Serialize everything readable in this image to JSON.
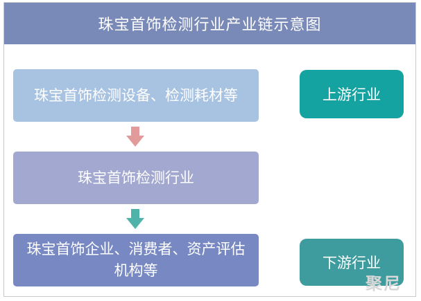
{
  "title": "珠宝首饰检测行业产业链示意图",
  "chain": {
    "upstream_box": "珠宝首饰检测设备、检测耗材等",
    "middle_box": "珠宝首饰检测行业",
    "downstream_box": "珠宝首饰企业、消费者、资产评估机构等"
  },
  "labels": {
    "upstream": "上游行业",
    "downstream": "下游行业"
  },
  "watermark": "聚尼",
  "colors": {
    "title_bar": "#7a8ab8",
    "upstream_box": "#a8c3e2",
    "middle_box": "#a2a8cf",
    "downstream_box": "#7888c2",
    "arrow_1": "#e29a9a",
    "arrow_2": "#4fb3ab",
    "label_up": "#15a3a1",
    "label_down": "#3f9c9e"
  },
  "icons": {
    "arrow_1": "down-arrow-icon",
    "arrow_2": "down-arrow-icon"
  }
}
